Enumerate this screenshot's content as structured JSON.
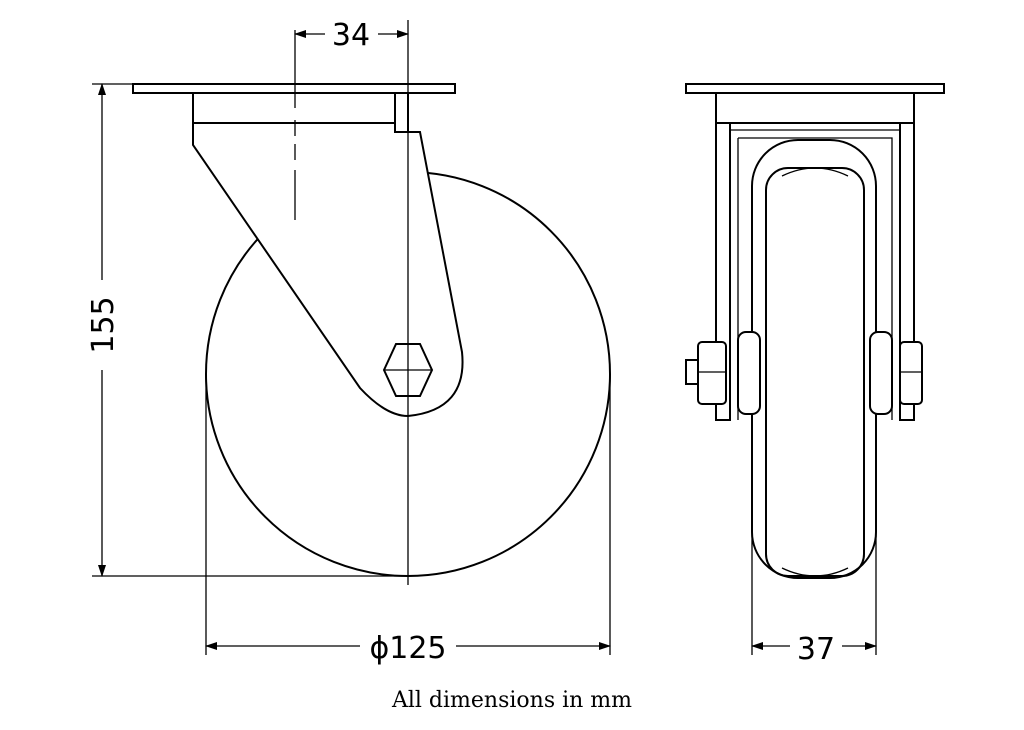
{
  "drawing": {
    "dimensions": {
      "offset": "34",
      "height": "155",
      "diameter": "ϕ125",
      "width": "37"
    },
    "caption": "All dimensions in mm"
  }
}
